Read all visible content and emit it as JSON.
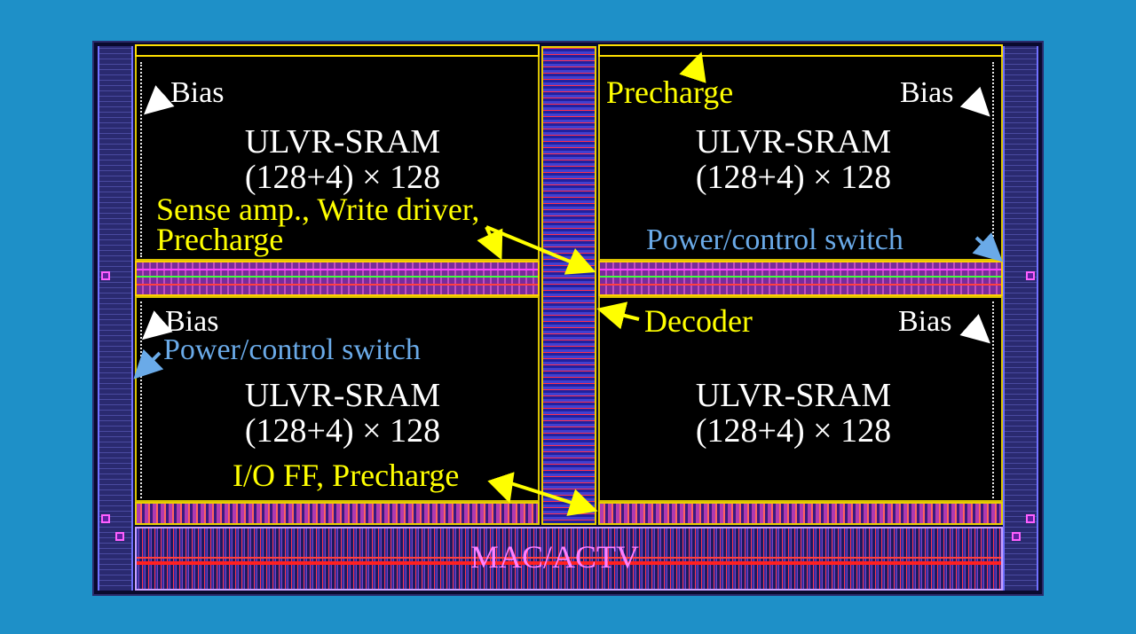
{
  "labels": {
    "bias": "Bias",
    "sram_name": "ULVR-SRAM",
    "sram_size": "(128+4) × 128",
    "precharge": "Precharge",
    "sense_line1": "Sense amp., Write driver,",
    "sense_line2": "Precharge",
    "power_switch": "Power/control switch",
    "decoder": "Decoder",
    "io_ff": "I/O FF, Precharge",
    "mac": "MAC/ACTV"
  },
  "colors": {
    "background": "#1e90c8",
    "label_white": "#ffffff",
    "label_yellow": "#ffff00",
    "label_blue": "#6aaae8",
    "label_magenta": "#ff80ff"
  }
}
